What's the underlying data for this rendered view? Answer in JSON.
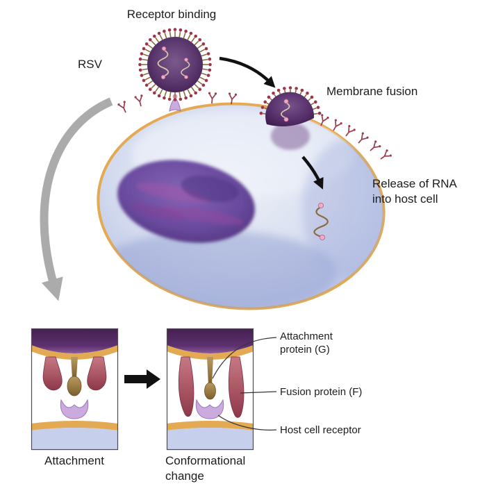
{
  "labels": {
    "receptor_binding": "Receptor binding",
    "rsv": "RSV",
    "membrane_fusion": "Membrane fusion",
    "release": [
      "Release of RNA",
      "into host cell"
    ],
    "attachment_caption": "Attachment",
    "conformational_caption": [
      "Conformational",
      "change"
    ],
    "attachment_protein": [
      "Attachment",
      "protein (G)"
    ],
    "fusion_protein": "Fusion protein (F)",
    "host_cell_receptor": "Host cell receptor"
  },
  "colors": {
    "membrane": "#e3a953",
    "cell_fill": "#c6cfeb",
    "virus_envelope": "#4a2257",
    "nucleus": "#6a4b9f",
    "fusion_protein_red": "#a84a58",
    "attachment_protein_tan": "#a08445",
    "receptor_purple": "#cbaade",
    "rna_strand": "#8a6a3f",
    "rna_tip_pink": "#f2aac4",
    "arrow_gray": "#ababab",
    "arrow_black": "#111111",
    "text": "#1c1c1c"
  }
}
